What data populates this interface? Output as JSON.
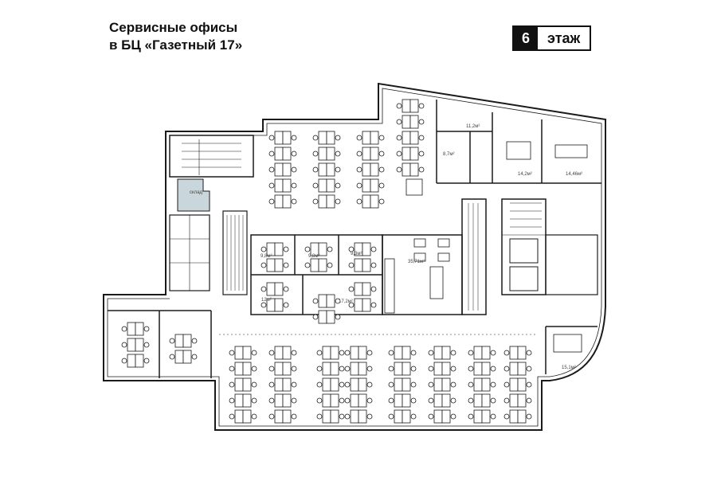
{
  "header": {
    "title_line1": "Сервисные офисы",
    "title_line2": "в БЦ «Газетный 17»",
    "floor_number": "6",
    "floor_label": "этаж"
  },
  "plan": {
    "storage_label": "склад",
    "rooms": [
      {
        "id": "r1",
        "area": "11,2м²"
      },
      {
        "id": "r2",
        "area": "8,7м²"
      },
      {
        "id": "r3",
        "area": "14,2м²"
      },
      {
        "id": "r4",
        "area": "14,46м²"
      },
      {
        "id": "r5",
        "area": "9,8м²"
      },
      {
        "id": "r6",
        "area": "9,8м²"
      },
      {
        "id": "r7",
        "area": "9,3м²"
      },
      {
        "id": "r8",
        "area": "35,71м²"
      },
      {
        "id": "r9",
        "area": "12м²"
      },
      {
        "id": "r10",
        "area": "17,2м²"
      },
      {
        "id": "r11",
        "area": "15,1м²"
      }
    ],
    "colors": {
      "wall": "#1a1a1a",
      "storage": "#c9d6dc"
    }
  }
}
